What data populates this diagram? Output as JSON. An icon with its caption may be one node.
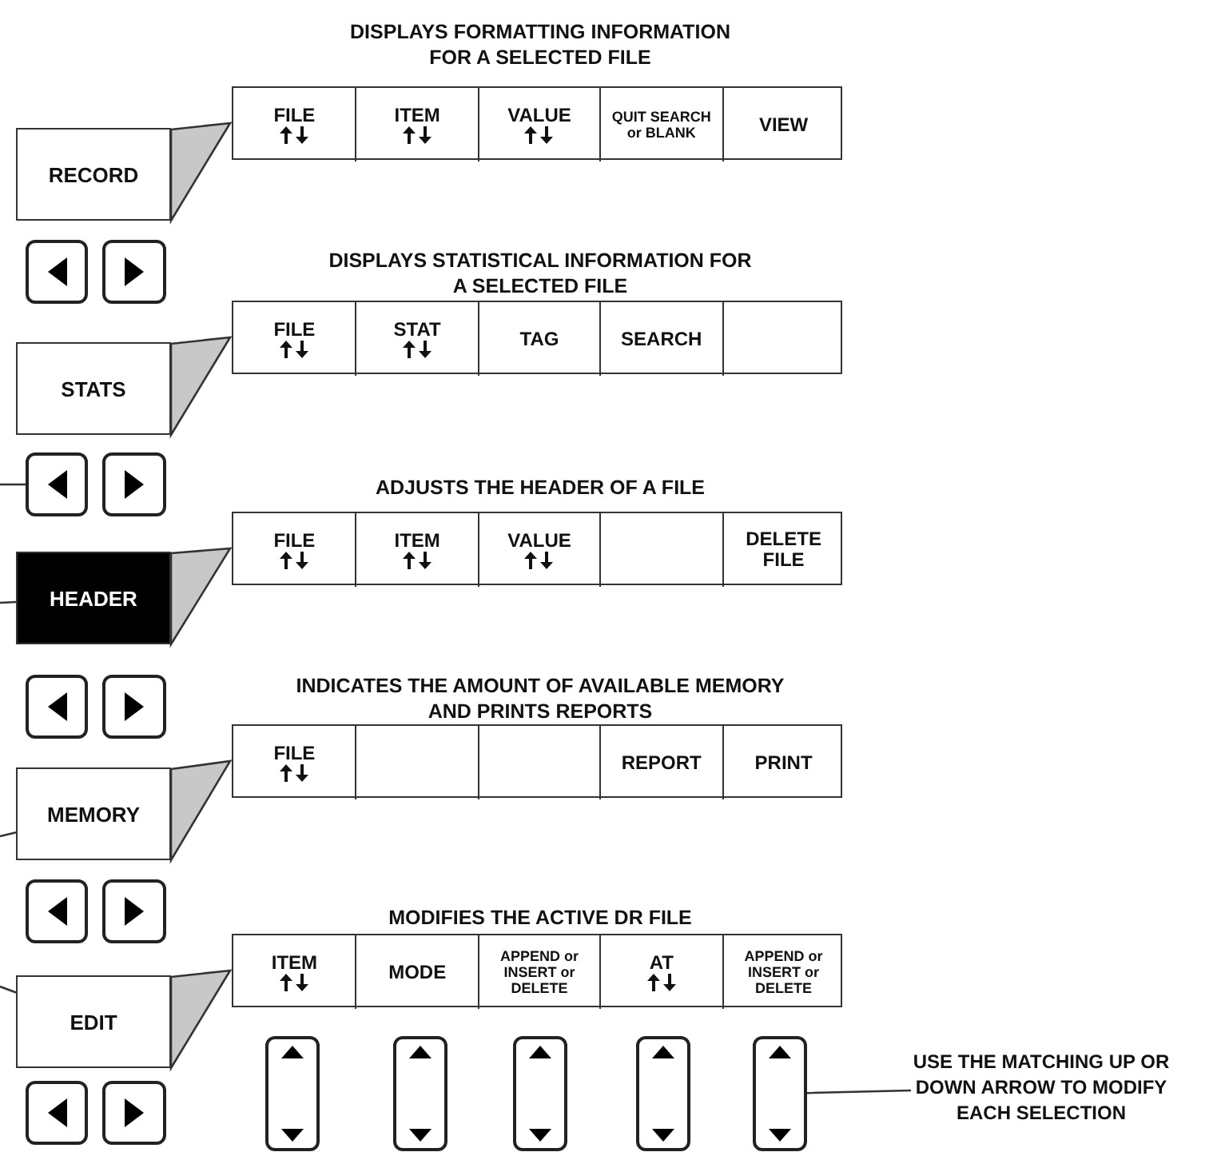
{
  "diagram": {
    "nodes": [
      {
        "text": [],
        "shape": "box"
      },
      {
        "text": [
          "FILE"
        ],
        "in": 0
      },
      {
        "text": [
          "ITEM"
        ],
        "in": 0
      },
      {
        "text": [
          "VALUE"
        ],
        "in": 0
      },
      {
        "text": [
          "QUIT SEARCH or BLANK"
        ],
        "in": 0
      },
      {
        "text": [
          "VIEW"
        ],
        "in": 0
      },
      {
        "text": [
          "RECORD"
        ]
      },
      {
        "text": [],
        "shape": "box"
      },
      {
        "text": [],
        "shape": "box"
      },
      {
        "text": [],
        "shape": "box"
      },
      {
        "text": [
          "FILE"
        ],
        "in": 9
      },
      {
        "text": [
          "STAT"
        ],
        "in": 9
      },
      {
        "text": [
          "TAG"
        ],
        "in": 9
      },
      {
        "text": [
          "SEARCH"
        ],
        "in": 9
      },
      {
        "text": [],
        "shape": "box",
        "in": 9
      },
      {
        "text": [
          "STATS"
        ]
      },
      {
        "text": [],
        "shape": "box"
      },
      {
        "text": [],
        "shape": "box"
      },
      {
        "text": [],
        "shape": "box"
      },
      {
        "text": [
          "FILE"
        ],
        "in": 18
      },
      {
        "text": [
          "ITEM"
        ],
        "in": 18
      },
      {
        "text": [
          "VALUE"
        ],
        "in": 18
      },
      {
        "text": [],
        "shape": "box",
        "in": 18
      },
      {
        "text": [
          "DELETE FILE"
        ],
        "in": 18
      },
      {
        "text": [
          "HEADER"
        ]
      },
      {
        "text": [],
        "shape": "box"
      },
      {
        "text": [],
        "shape": "box"
      },
      {
        "text": [],
        "shape": "box"
      },
      {
        "text": [
          "FILE"
        ],
        "in": 27
      },
      {
        "text": [],
        "shape": "box",
        "in": 27
      },
      {
        "text": [],
        "shape": "box",
        "in": 27
      },
      {
        "text": [
          "REPORT"
        ],
        "in": 27
      },
      {
        "text": [
          "PRINT"
        ],
        "in": 27
      },
      {
        "text": [
          "MEMORY"
        ]
      },
      {
        "text": [],
        "shape": "box"
      },
      {
        "text": [],
        "shape": "box"
      },
      {
        "text": [],
        "shape": "box"
      },
      {
        "text": [
          "ITEM"
        ],
        "in": 36
      },
      {
        "text": [
          "MODE"
        ],
        "in": 36
      },
      {
        "text": [
          "APPEND or INSERT or DELETE"
        ],
        "in": 36
      },
      {
        "text": [
          "AT"
        ],
        "in": 36
      },
      {
        "text": [
          "APPEND or INSERT or DELETE"
        ],
        "in": 36
      },
      {
        "text": [
          "EDIT"
        ]
      },
      {
        "text": [],
        "shape": "box"
      },
      {
        "text": [],
        "shape": "box"
      },
      {
        "text": [],
        "shape": "box"
      },
      {
        "text": [],
        "shape": "box"
      },
      {
        "text": [],
        "shape": "box"
      },
      {
        "text": [
          "USE THE MATCHING UP OR DOWN ARROW TO MODIFY EACH SELECTION"
        ]
      },
      {
        "text": [],
        "shape": "box"
      },
      {
        "text": [],
        "shape": "box"
      }
    ],
    "edges": [
      {
        "from": 48,
        "to": 47,
        "arrow": "none"
      },
      {
        "from": null,
        "to": 16,
        "arrow": "none"
      },
      {
        "from": null,
        "to": 24,
        "arrow": "none"
      },
      {
        "from": null,
        "to": 33,
        "arrow": "none"
      },
      {
        "from": null,
        "to": 42,
        "arrow": "none"
      }
    ],
    "labels": [
      "DISPLAYS FORMATTING INFORMATION FOR A SELECTED FILE",
      "DISPLAYS STATISTICAL INFORMATION FOR A SELECTED FILE",
      "ADJUSTS THE HEADER OF A FILE",
      "INDICATES THE AMOUNT OF AVAILABLE MEMORY AND PRINTS REPORTS",
      "MODIFIES THE ACTIVE DR FILE"
    ]
  }
}
